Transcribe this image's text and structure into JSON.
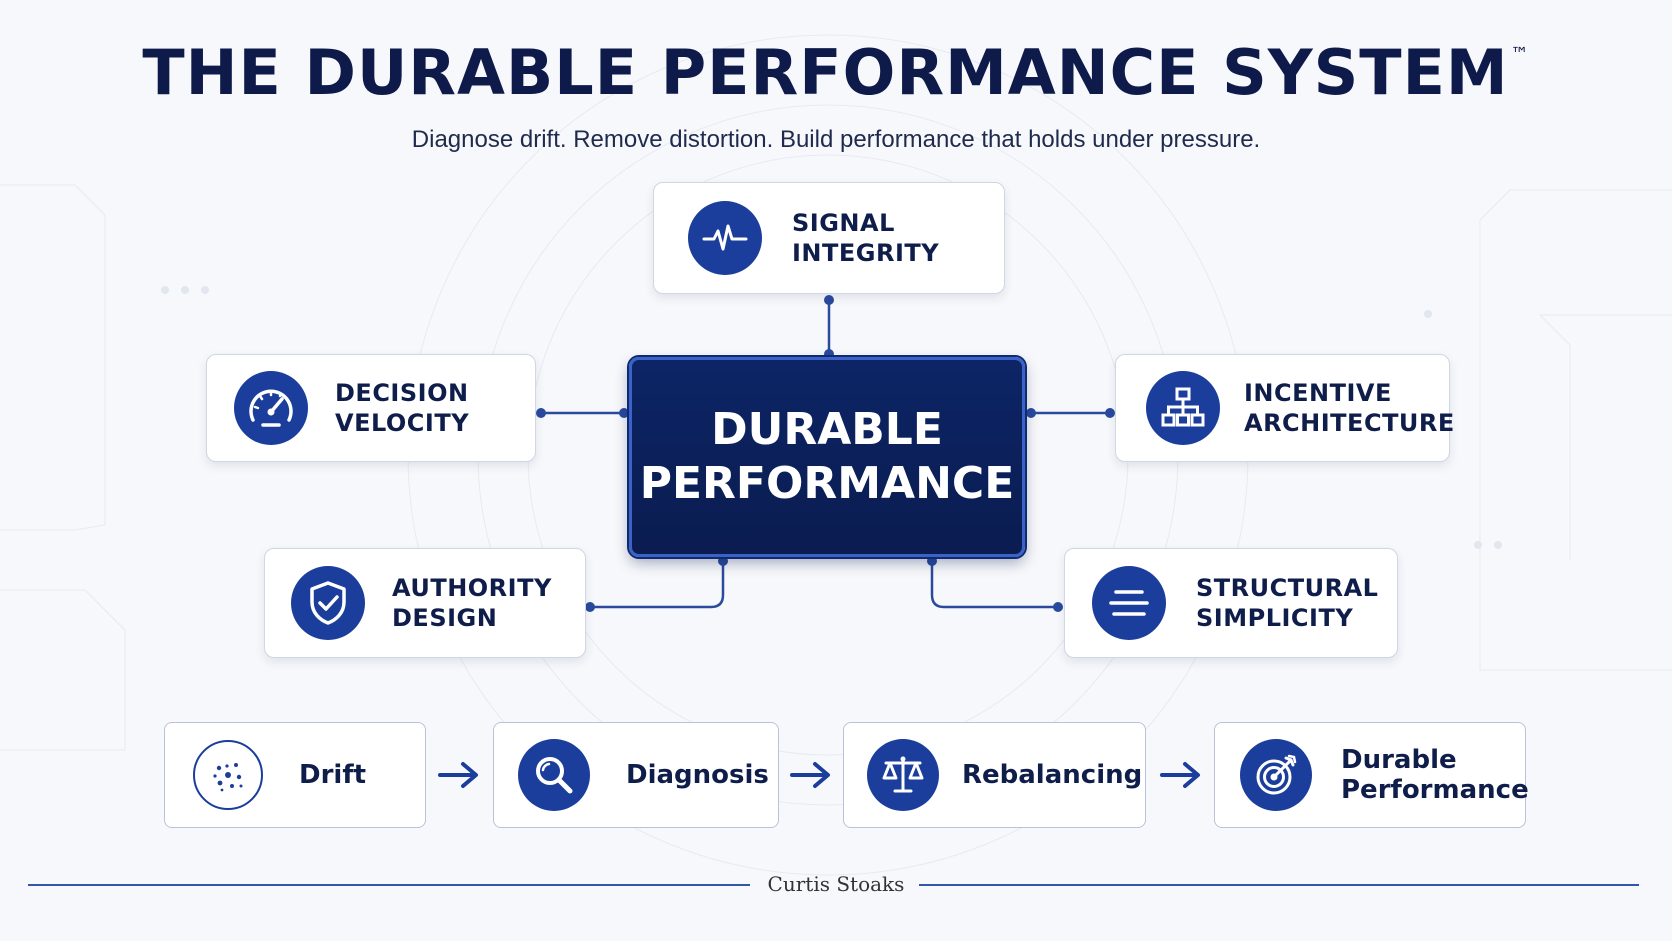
{
  "header": {
    "title": "THE DURABLE PERFORMANCE SYSTEM",
    "trademark": "™",
    "subtitle": "Diagnose drift. Remove distortion. Build performance that holds under pressure."
  },
  "hub": {
    "label": "DURABLE\nPERFORMANCE"
  },
  "pillars": {
    "signal_integrity": {
      "label": "SIGNAL\nINTEGRITY",
      "icon": "pulse-icon"
    },
    "decision_velocity": {
      "label": "DECISION\nVELOCITY",
      "icon": "speedometer-icon"
    },
    "incentive_architecture": {
      "label": "INCENTIVE\nARCHITECTURE",
      "icon": "hierarchy-icon"
    },
    "authority_design": {
      "label": "AUTHORITY\nDESIGN",
      "icon": "shield-check-icon"
    },
    "structural_simplicity": {
      "label": "STRUCTURAL\nSIMPLICITY",
      "icon": "lines-icon"
    }
  },
  "process": [
    {
      "label": "Drift",
      "icon": "scatter-dots-icon"
    },
    {
      "label": "Diagnosis",
      "icon": "magnifier-icon"
    },
    {
      "label": "Rebalancing",
      "icon": "scale-icon"
    },
    {
      "label": "Durable\nPerformance",
      "icon": "target-icon"
    }
  ],
  "footer": {
    "author": "Curtis Stoaks"
  },
  "colors": {
    "navy": "#0d1a4a",
    "accent_blue": "#1b3e9c",
    "connector": "#2a4a9e",
    "background": "#f7f8fb"
  }
}
